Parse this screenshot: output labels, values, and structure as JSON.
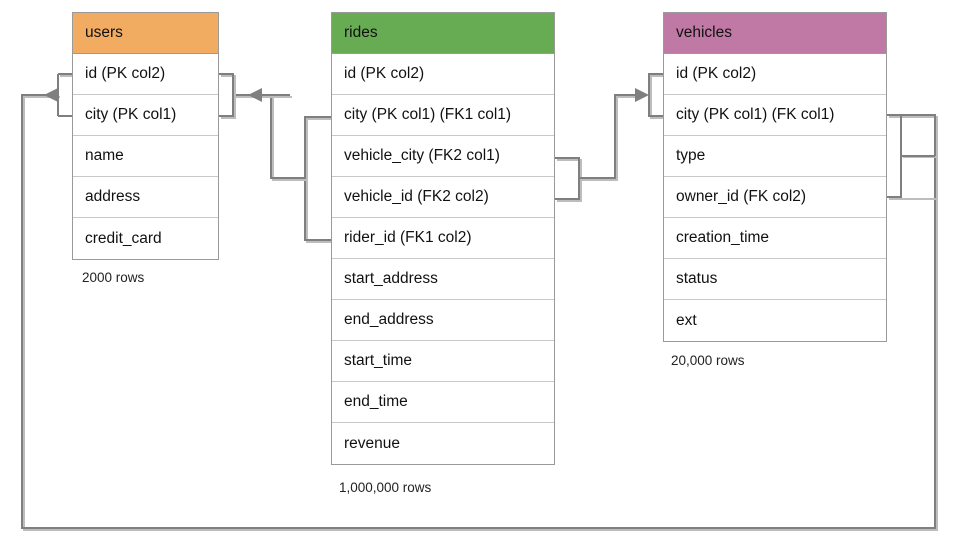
{
  "diagram": {
    "title": "database-schema-er-diagram",
    "colors": {
      "users_header": "#F2AC61",
      "rides_header": "#67AC52",
      "vehicles_header": "#C079A4",
      "connector": "#7F7F7F",
      "border": "#9A9A9A",
      "row_border": "#C8C8C8"
    }
  },
  "tables": [
    {
      "name": "users",
      "header_color": "#F2AC61",
      "row_count_label": "2000 rows",
      "columns": [
        {
          "label": "id (PK col2)"
        },
        {
          "label": "city (PK col1)"
        },
        {
          "label": "name"
        },
        {
          "label": "address"
        },
        {
          "label": "credit_card"
        }
      ]
    },
    {
      "name": "rides",
      "header_color": "#67AC52",
      "row_count_label": "1,000,000 rows",
      "columns": [
        {
          "label": "id (PK col2)"
        },
        {
          "label": "city (PK col1) (FK1 col1)"
        },
        {
          "label": "vehicle_city (FK2 col1)"
        },
        {
          "label": "vehicle_id (FK2 col2)"
        },
        {
          "label": "rider_id (FK1 col2)"
        },
        {
          "label": "start_address"
        },
        {
          "label": "end_address"
        },
        {
          "label": "start_time"
        },
        {
          "label": "end_time"
        },
        {
          "label": "revenue"
        }
      ]
    },
    {
      "name": "vehicles",
      "header_color": "#C079A4",
      "row_count_label": "20,000 rows",
      "columns": [
        {
          "label": "id (PK col2)"
        },
        {
          "label": "city (PK col1) (FK col1)"
        },
        {
          "label": "type"
        },
        {
          "label": "owner_id (FK col2)"
        },
        {
          "label": "creation_time"
        },
        {
          "label": "status"
        },
        {
          "label": "ext"
        }
      ]
    }
  ],
  "relationships": [
    {
      "name": "rides-fk1-to-users",
      "from_table": "rides",
      "from_columns": [
        "city (PK col1) (FK1 col1)",
        "rider_id (FK1 col2)"
      ],
      "to_table": "users",
      "to_columns": [
        "id (PK col2)",
        "city (PK col1)"
      ],
      "arrow_direction": "left"
    },
    {
      "name": "rides-fk2-to-vehicles",
      "from_table": "rides",
      "from_columns": [
        "vehicle_city (FK2 col1)",
        "vehicle_id (FK2 col2)"
      ],
      "to_table": "vehicles",
      "to_columns": [
        "id (PK col2)",
        "city (PK col1) (FK col1)"
      ],
      "arrow_direction": "right"
    },
    {
      "name": "vehicles-fk-to-users",
      "from_table": "vehicles",
      "from_columns": [
        "city (PK col1) (FK col1)",
        "owner_id (FK col2)"
      ],
      "to_table": "users",
      "to_columns": [
        "id (PK col2)",
        "city (PK col1)"
      ],
      "arrow_direction": "right"
    }
  ]
}
